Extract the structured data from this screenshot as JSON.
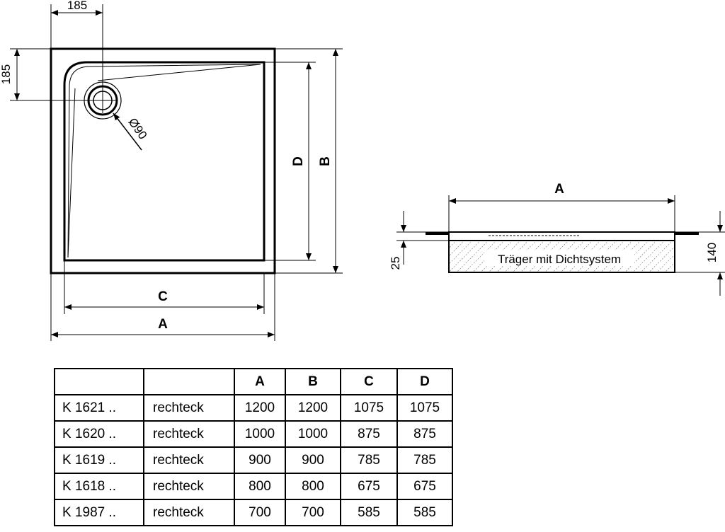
{
  "plan_view": {
    "drain_offset_x": "185",
    "drain_offset_y": "185",
    "drain_diameter": "Ø90",
    "label_a": "A",
    "label_b": "B",
    "label_c": "C",
    "label_d": "D"
  },
  "side_view": {
    "label_a": "A",
    "support_label": "Träger mit Dichtsystem",
    "dim_height_total": "140",
    "dim_height_tray": "25"
  },
  "table": {
    "headers": [
      "",
      "",
      "A",
      "B",
      "C",
      "D"
    ],
    "rows": [
      [
        "K 1621 ..",
        "rechteck",
        "1200",
        "1200",
        "1075",
        "1075"
      ],
      [
        "K 1620 ..",
        "rechteck",
        "1000",
        "1000",
        "875",
        "875"
      ],
      [
        "K 1619 ..",
        "rechteck",
        "900",
        "900",
        "785",
        "785"
      ],
      [
        "K 1618 ..",
        "rechteck",
        "800",
        "800",
        "675",
        "675"
      ],
      [
        "K 1987 ..",
        "rechteck",
        "700",
        "700",
        "585",
        "585"
      ]
    ]
  }
}
